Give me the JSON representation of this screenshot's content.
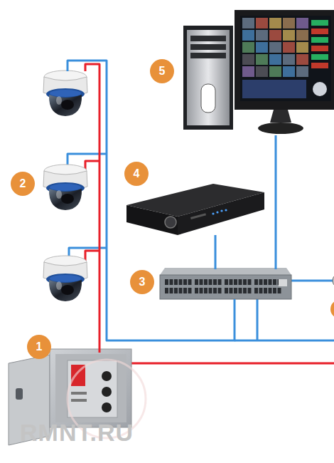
{
  "diagram": {
    "nodes": [
      {
        "text": [
          "1"
        ]
      },
      {
        "text": [
          "2"
        ]
      },
      {
        "text": [
          "3"
        ]
      },
      {
        "text": [
          "4"
        ]
      },
      {
        "text": [
          "5"
        ]
      }
    ],
    "edges": [
      {
        "from": 0,
        "to": 1,
        "arrow": "none"
      },
      {
        "from": 1,
        "to": 2,
        "arrow": "none"
      },
      {
        "from": 2,
        "to": 3,
        "arrow": "none"
      },
      {
        "from": 2,
        "to": 4,
        "arrow": "none"
      }
    ],
    "labels": [
      "RMNT.RU"
    ]
  }
}
